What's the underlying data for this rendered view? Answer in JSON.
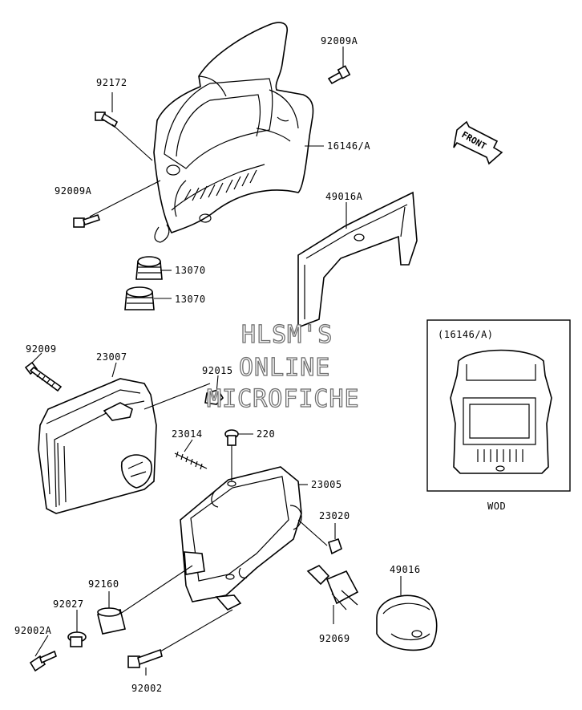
{
  "diagram": {
    "callouts": [
      {
        "id": "c-92009A-top",
        "text": "92009A"
      },
      {
        "id": "c-92172",
        "text": "92172"
      },
      {
        "id": "c-16146A",
        "text": "16146/A"
      },
      {
        "id": "c-92009A-left",
        "text": "92009A"
      },
      {
        "id": "c-49016A",
        "text": "49016A"
      },
      {
        "id": "c-13070-a",
        "text": "13070"
      },
      {
        "id": "c-13070-b",
        "text": "13070"
      },
      {
        "id": "c-92009",
        "text": "92009"
      },
      {
        "id": "c-23007",
        "text": "23007"
      },
      {
        "id": "c-92015",
        "text": "92015"
      },
      {
        "id": "c-23014",
        "text": "23014"
      },
      {
        "id": "c-220",
        "text": "220"
      },
      {
        "id": "c-23005",
        "text": "23005"
      },
      {
        "id": "c-23020",
        "text": "23020"
      },
      {
        "id": "c-92160",
        "text": "92160"
      },
      {
        "id": "c-49016",
        "text": "49016"
      },
      {
        "id": "c-92027",
        "text": "92027"
      },
      {
        "id": "c-92002A",
        "text": "92002A"
      },
      {
        "id": "c-92069",
        "text": "92069"
      },
      {
        "id": "c-92002",
        "text": "92002"
      }
    ],
    "inset": {
      "title": "(16146/A)",
      "caption": "WOD"
    },
    "front_arrow": "FRONT",
    "watermark": [
      "HLSM'S",
      "ONLINE",
      "MICROFICHE"
    ]
  }
}
